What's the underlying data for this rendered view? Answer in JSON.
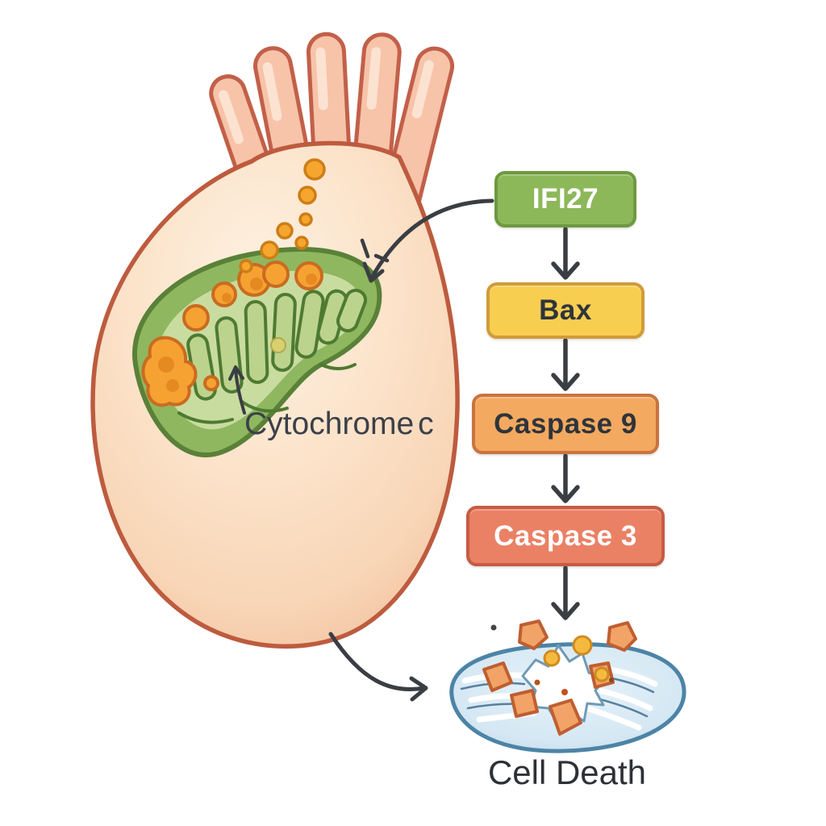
{
  "labels": {
    "cytochrome_c": "Cytochrome c",
    "cell_death": "Cell Death"
  },
  "pathway": {
    "boxes": [
      {
        "label": "IFI27",
        "fill": "#8cb85a",
        "border": "#6e993f",
        "text_color": "#ffffff"
      },
      {
        "label": "Bax",
        "fill": "#f7ce50",
        "border": "#d19b3a",
        "text_color": "#2f343b"
      },
      {
        "label": "Caspase 9",
        "fill": "#f3a95f",
        "border": "#ca7340",
        "text_color": "#2f343b"
      },
      {
        "label": "Caspase 3",
        "fill": "#ea8165",
        "border": "#c75b45",
        "text_color": "#ffffff"
      }
    ],
    "arrow_color": "#3a3e43"
  },
  "illustration": {
    "cell": {
      "fill": "#fbe2c8",
      "outline": "#bf5c3e",
      "projection_fill": "#f7c3a9",
      "projection_outline": "#c2604a"
    },
    "mitochondrion": {
      "outer_fill": "#8fb75f",
      "outline": "#5a8138",
      "matrix_fill": "#c9dca0",
      "cristae_outline": "#4e7a31"
    },
    "cytochrome_c_granules": {
      "fill": "#f5a233",
      "outline": "#ca6b1f"
    },
    "dead_cell": {
      "fill": "#d4e7f3",
      "outline": "#4c84a6",
      "fragment_fill": "#f2a367",
      "fragment_outline": "#bf5e31",
      "yellow_fragment_fill": "#f4ba40"
    },
    "connector_color": "#3a3e43"
  }
}
